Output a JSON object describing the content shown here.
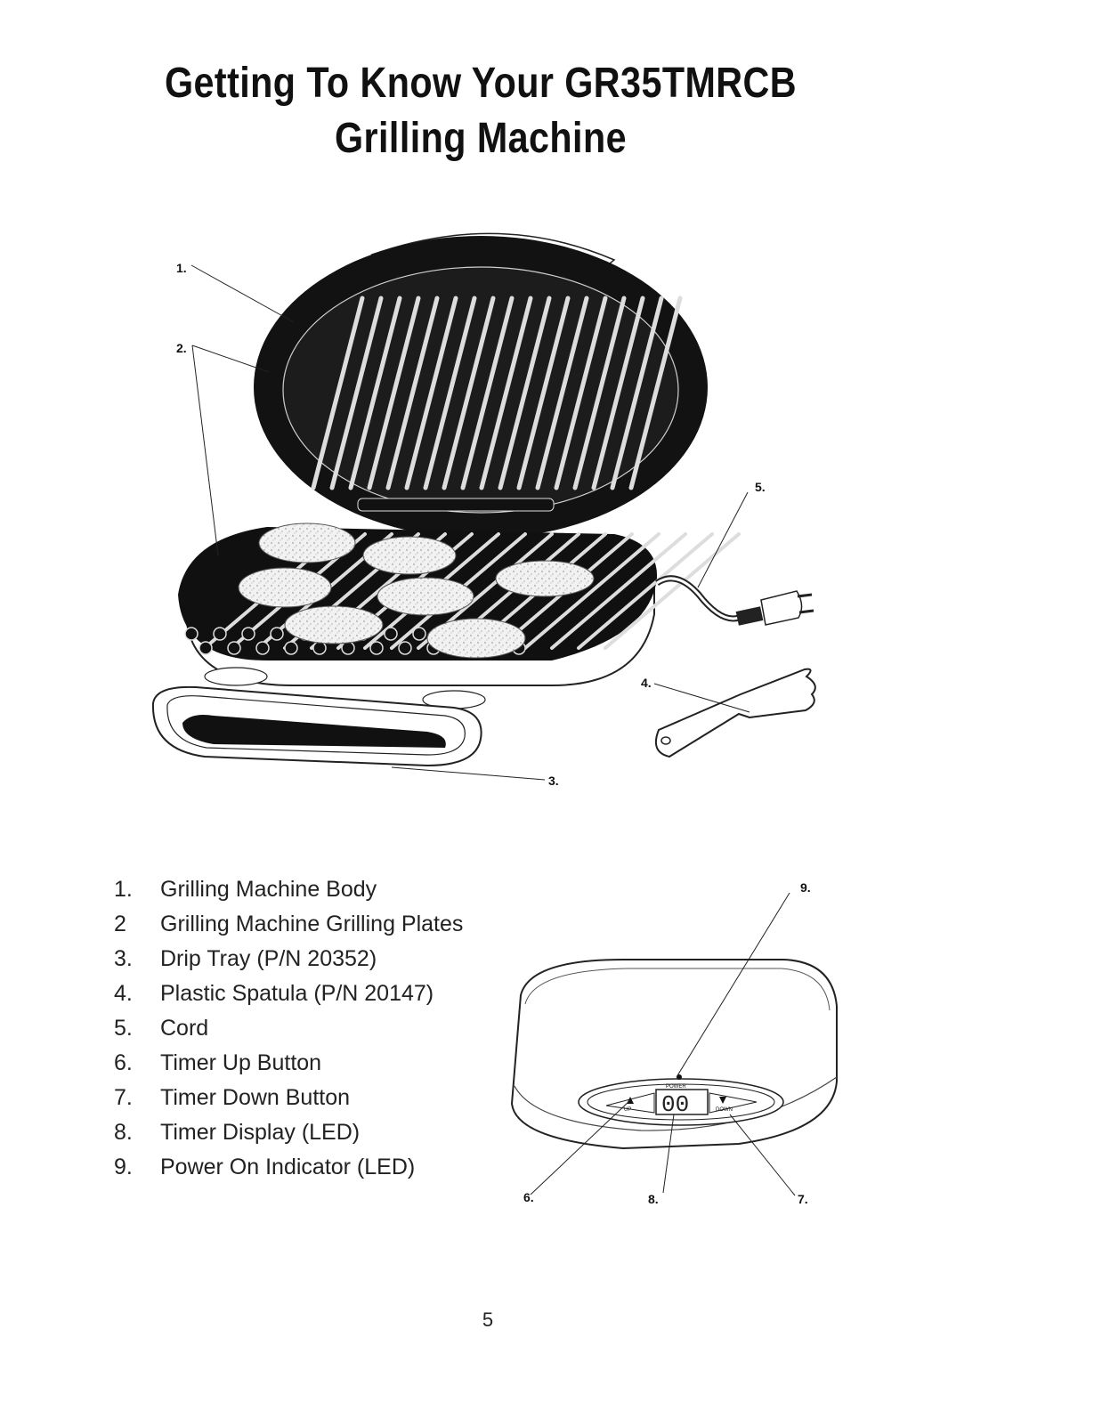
{
  "title": {
    "line1": "Getting To Know Your GR35TMRCB",
    "line2": "Grilling Machine"
  },
  "callouts": {
    "c1": "1.",
    "c2": "2.",
    "c3": "3.",
    "c4": "4.",
    "c5": "5.",
    "c6": "6.",
    "c7": "7.",
    "c8": "8.",
    "c9": "9."
  },
  "panel_labels": {
    "power": "POWER",
    "up": "UP",
    "down": "DOWN",
    "display": "00"
  },
  "parts": [
    {
      "num": "1.",
      "label": "Grilling Machine Body"
    },
    {
      "num": "2",
      "label": "Grilling Machine Grilling Plates"
    },
    {
      "num": "3.",
      "label": "Drip Tray (P/N 20352)"
    },
    {
      "num": "4.",
      "label": "Plastic Spatula (P/N 20147)"
    },
    {
      "num": "5.",
      "label": "Cord"
    },
    {
      "num": "6.",
      "label": "Timer Up Button"
    },
    {
      "num": "7.",
      "label": "Timer Down Button"
    },
    {
      "num": "8.",
      "label": "Timer Display (LED)"
    },
    {
      "num": "9.",
      "label": "Power On Indicator (LED)"
    }
  ],
  "page_number": "5"
}
